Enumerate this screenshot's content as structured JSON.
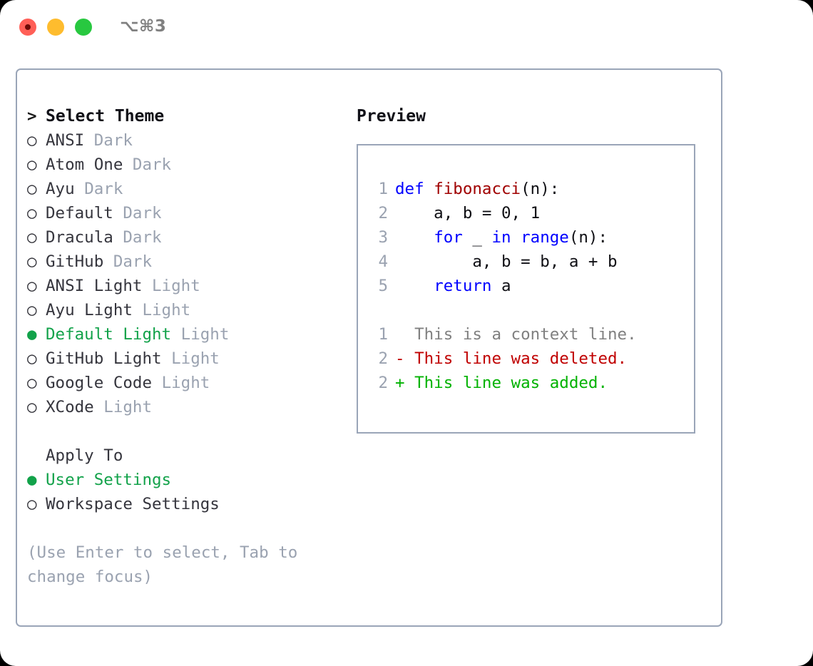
{
  "titlebar": {
    "shortcut": "⌥⌘3",
    "buttons": [
      "close",
      "minimize",
      "maximize"
    ]
  },
  "theme_picker": {
    "header": "Select Theme",
    "header_prefix": ">",
    "bullet_off": "○",
    "bullet_on": "●",
    "items": [
      {
        "label": "ANSI",
        "tag": "Dark",
        "selected": false
      },
      {
        "label": "Atom One",
        "tag": "Dark",
        "selected": false
      },
      {
        "label": "Ayu",
        "tag": "Dark",
        "selected": false
      },
      {
        "label": "Default",
        "tag": "Dark",
        "selected": false
      },
      {
        "label": "Dracula",
        "tag": "Dark",
        "selected": false
      },
      {
        "label": "GitHub",
        "tag": "Dark",
        "selected": false
      },
      {
        "label": "ANSI Light",
        "tag": "Light",
        "selected": false
      },
      {
        "label": "Ayu Light",
        "tag": "Light",
        "selected": false
      },
      {
        "label": "Default Light",
        "tag": "Light",
        "selected": true
      },
      {
        "label": "GitHub Light",
        "tag": "Light",
        "selected": false
      },
      {
        "label": "Google Code",
        "tag": "Light",
        "selected": false
      },
      {
        "label": "XCode",
        "tag": "Light",
        "selected": false
      }
    ]
  },
  "apply_to": {
    "header": "Apply To",
    "options": [
      {
        "label": "User Settings",
        "selected": true
      },
      {
        "label": "Workspace Settings",
        "selected": false
      }
    ]
  },
  "hint": "(Use Enter to select, Tab to change focus)",
  "preview": {
    "title": "Preview",
    "code_lines": [
      {
        "no": "1",
        "tokens": [
          {
            "t": "def ",
            "c": "kw"
          },
          {
            "t": "fibonacci",
            "c": "fn"
          },
          {
            "t": "(n):",
            "c": "txt"
          }
        ]
      },
      {
        "no": "2",
        "tokens": [
          {
            "t": "    a, b = 0, 1",
            "c": "txt"
          }
        ]
      },
      {
        "no": "3",
        "tokens": [
          {
            "t": "    ",
            "c": "txt"
          },
          {
            "t": "for",
            "c": "kw"
          },
          {
            "t": " _ ",
            "c": "txt"
          },
          {
            "t": "in",
            "c": "kw"
          },
          {
            "t": " ",
            "c": "txt"
          },
          {
            "t": "range",
            "c": "kw"
          },
          {
            "t": "(n):",
            "c": "txt"
          }
        ]
      },
      {
        "no": "4",
        "tokens": [
          {
            "t": "        a, b = b, a + b",
            "c": "txt"
          }
        ]
      },
      {
        "no": "5",
        "tokens": [
          {
            "t": "    ",
            "c": "txt"
          },
          {
            "t": "return",
            "c": "kw"
          },
          {
            "t": " a",
            "c": "txt"
          }
        ]
      }
    ],
    "diff_lines": [
      {
        "no": "1",
        "tokens": [
          {
            "t": "  This is a context line.",
            "c": "ctx"
          }
        ]
      },
      {
        "no": "2",
        "tokens": [
          {
            "t": "- This line was deleted.",
            "c": "del"
          }
        ]
      },
      {
        "no": "2",
        "tokens": [
          {
            "t": "+ This line was added.",
            "c": "add"
          }
        ]
      }
    ]
  },
  "colors": {
    "accent_green": "#12a24a",
    "border": "#9aa5b8",
    "muted": "#9aa2b0",
    "keyword": "#0000ff",
    "function": "#a00000",
    "diff_add": "#00b200",
    "diff_del": "#c00000",
    "traffic_close": "#ff5f57",
    "traffic_min": "#febc2e",
    "traffic_max": "#28c840"
  }
}
